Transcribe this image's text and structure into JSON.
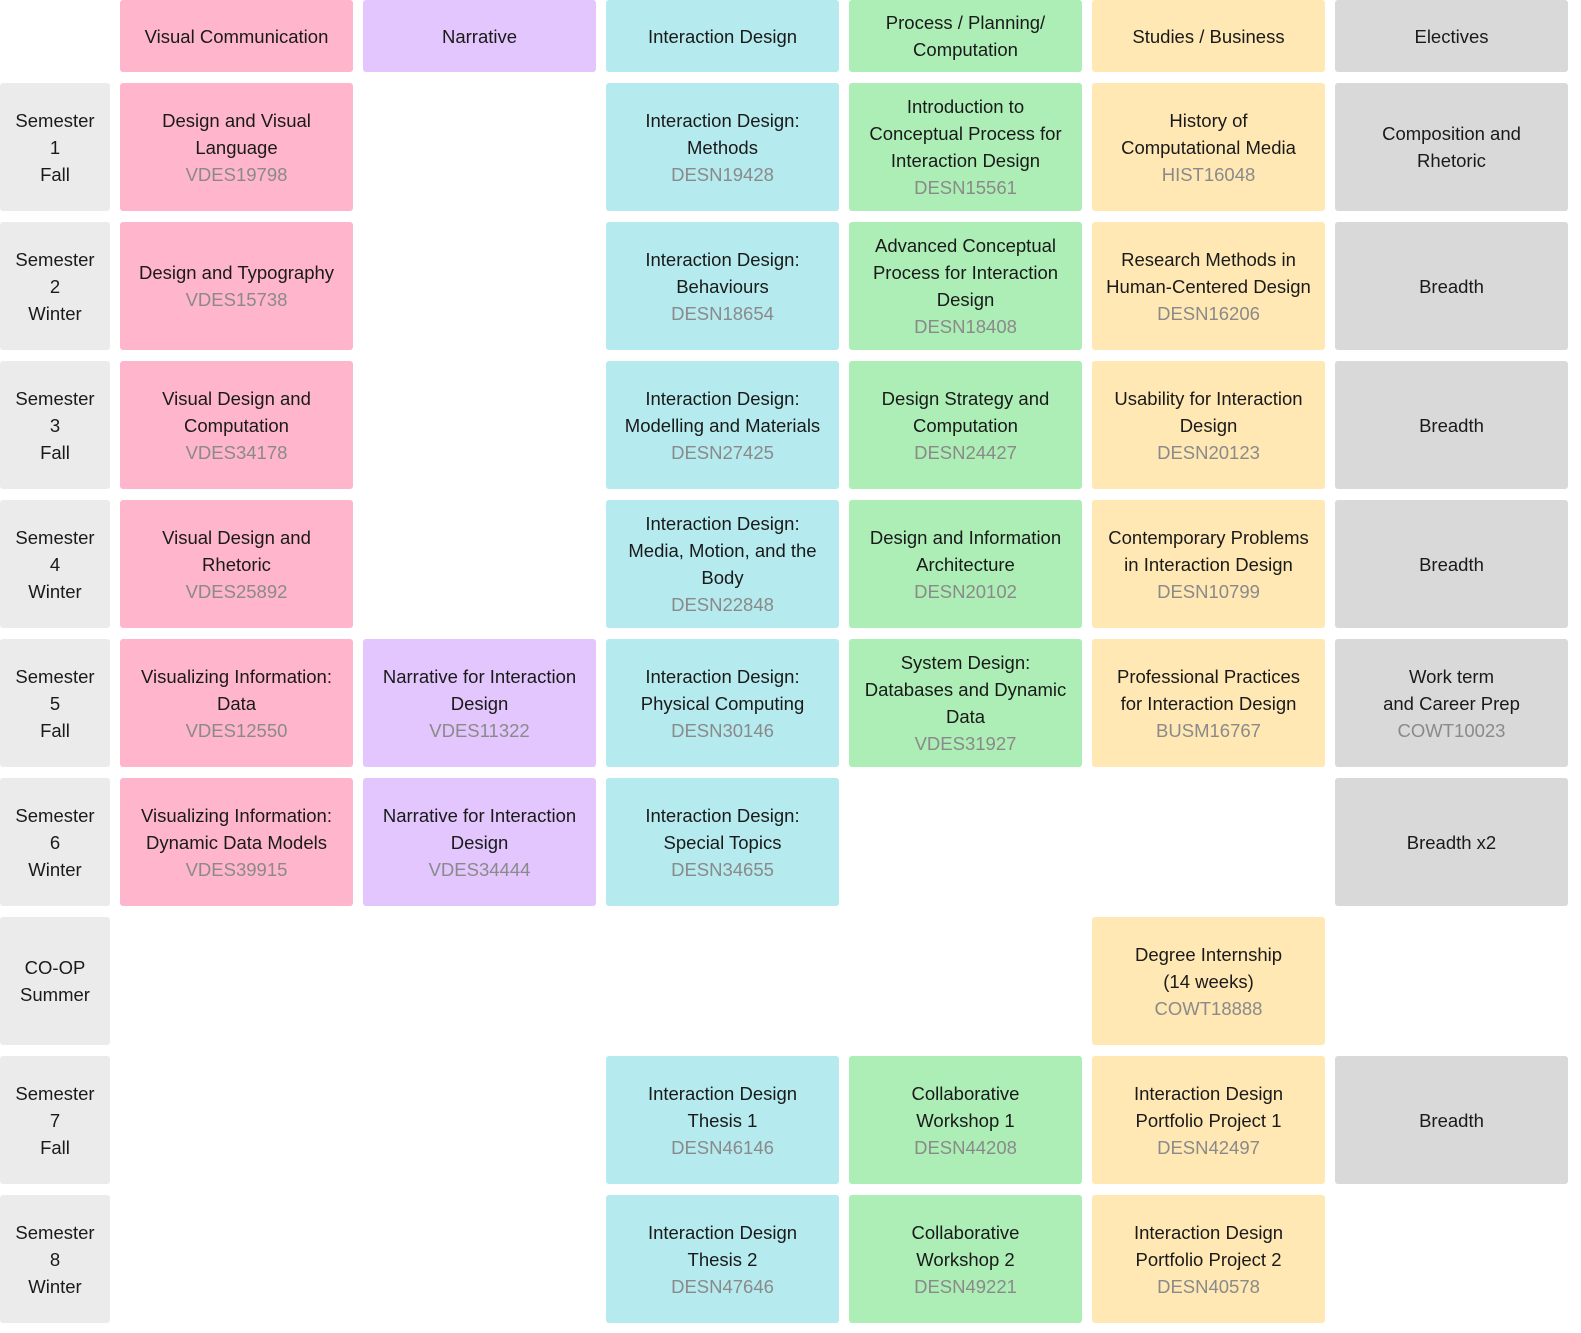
{
  "colors": {
    "visual_communication": "#ffb6cd",
    "narrative": "#e3c6fd",
    "interaction_design": "#b5eaee",
    "process": "#aceeb6",
    "studies": "#ffe8b3",
    "electives": "#d9d9d9",
    "row_header": "#ebebeb",
    "code_text": "#8a8a8a"
  },
  "columns": [
    {
      "key": "visual_communication",
      "label": "Visual Communication"
    },
    {
      "key": "narrative",
      "label": "Narrative"
    },
    {
      "key": "interaction_design",
      "label": "Interaction Design"
    },
    {
      "key": "process",
      "label": "Process / Planning/\nComputation"
    },
    {
      "key": "studies",
      "label": "Studies / Business"
    },
    {
      "key": "electives",
      "label": "Electives"
    }
  ],
  "rows": [
    {
      "label": "Semester 1\nFall",
      "courses": [
        {
          "title": "Design and Visual\nLanguage",
          "code": "VDES19798"
        },
        null,
        {
          "title": "Interaction Design:\nMethods",
          "code": "DESN19428"
        },
        {
          "title": "Introduction to\nConceptual Process for\nInteraction Design",
          "code": "DESN15561"
        },
        {
          "title": "History of\nComputational Media",
          "code": "HIST16048"
        },
        {
          "title": "Composition and\nRhetoric",
          "code": ""
        }
      ]
    },
    {
      "label": "Semester 2\nWinter",
      "courses": [
        {
          "title": "Design and Typography",
          "code": "VDES15738"
        },
        null,
        {
          "title": "Interaction Design:\nBehaviours",
          "code": "DESN18654"
        },
        {
          "title": "Advanced Conceptual\nProcess for Interaction\nDesign",
          "code": "DESN18408"
        },
        {
          "title": "Research Methods in\nHuman-Centered Design",
          "code": "DESN16206"
        },
        {
          "title": "Breadth",
          "code": ""
        }
      ]
    },
    {
      "label": "Semester 3\nFall",
      "courses": [
        {
          "title": "Visual Design and\nComputation",
          "code": "VDES34178"
        },
        null,
        {
          "title": "Interaction Design:\nModelling and Materials",
          "code": "DESN27425"
        },
        {
          "title": "Design Strategy and\nComputation",
          "code": "DESN24427"
        },
        {
          "title": "Usability for Interaction\nDesign",
          "code": "DESN20123"
        },
        {
          "title": "Breadth",
          "code": ""
        }
      ]
    },
    {
      "label": "Semester 4\nWinter",
      "courses": [
        {
          "title": "Visual Design and\nRhetoric",
          "code": "VDES25892"
        },
        null,
        {
          "title": "Interaction Design:\nMedia, Motion, and the\nBody",
          "code": "DESN22848"
        },
        {
          "title": "Design and Information\nArchitecture",
          "code": "DESN20102"
        },
        {
          "title": "Contemporary Problems\nin Interaction Design",
          "code": "DESN10799"
        },
        {
          "title": "Breadth",
          "code": ""
        }
      ]
    },
    {
      "label": "Semester 5\nFall",
      "courses": [
        {
          "title": "Visualizing Information:\nData",
          "code": "VDES12550"
        },
        {
          "title": "Narrative for Interaction\nDesign",
          "code": "VDES11322"
        },
        {
          "title": "Interaction Design:\nPhysical Computing",
          "code": "DESN30146"
        },
        {
          "title": "System Design:\nDatabases and Dynamic\nData",
          "code": "VDES31927"
        },
        {
          "title": "Professional Practices\nfor Interaction Design",
          "code": "BUSM16767"
        },
        {
          "title": "Work term\nand Career Prep",
          "code": "COWT10023"
        }
      ]
    },
    {
      "label": "Semester 6\nWinter",
      "courses": [
        {
          "title": "Visualizing Information:\nDynamic Data Models",
          "code": "VDES39915"
        },
        {
          "title": "Narrative for Interaction\nDesign",
          "code": "VDES34444"
        },
        {
          "title": "Interaction Design:\nSpecial Topics",
          "code": "DESN34655"
        },
        null,
        null,
        {
          "title": "Breadth x2",
          "code": ""
        }
      ]
    },
    {
      "label": "CO-OP\nSummer",
      "courses": [
        null,
        null,
        null,
        null,
        {
          "title": "Degree Internship\n(14 weeks)",
          "code": "COWT18888"
        },
        null
      ]
    },
    {
      "label": "Semester 7\nFall",
      "courses": [
        null,
        null,
        {
          "title": "Interaction Design\nThesis 1",
          "code": "DESN46146"
        },
        {
          "title": "Collaborative\nWorkshop 1",
          "code": "DESN44208"
        },
        {
          "title": "Interaction Design\nPortfolio Project 1",
          "code": "DESN42497"
        },
        {
          "title": "Breadth",
          "code": ""
        }
      ]
    },
    {
      "label": "Semester 8\nWinter",
      "courses": [
        null,
        null,
        {
          "title": "Interaction Design\nThesis 2",
          "code": "DESN47646"
        },
        {
          "title": "Collaborative\nWorkshop 2",
          "code": "DESN49221"
        },
        {
          "title": "Interaction Design\nPortfolio Project 2",
          "code": "DESN40578"
        },
        null
      ]
    }
  ]
}
